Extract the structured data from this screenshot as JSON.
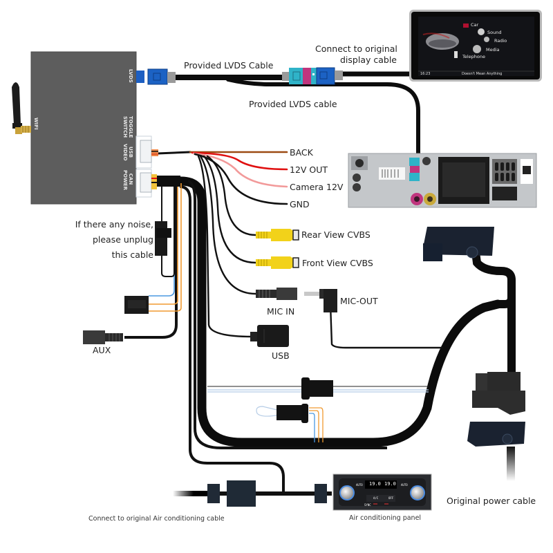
{
  "diagram": {
    "title": "Wiring diagram: interface box connections",
    "box": {
      "ports": {
        "wifi": "WIFI",
        "lvds": "LVDS",
        "toggle": "TOGGLE SWITCH",
        "usb_video": "USB VIDEO",
        "can_power": "CAN POWER"
      }
    },
    "labels": {
      "provided_lvds_cable_top": "Provided LVDS Cable",
      "provided_lvds_cable_bottom": "Provided LVDS cable",
      "connect_original_display_line1": "Connect to original",
      "connect_original_display_line2": "display cable",
      "back": "BACK",
      "v12_out": "12V OUT",
      "camera_12v": "Camera 12V",
      "gnd": "GND",
      "rear_view_cvbs": "Rear View CVBS",
      "front_view_cvbs": "Front View CVBS",
      "mic_in": "MIC IN",
      "mic_out": "MIC-OUT",
      "usb": "USB",
      "aux": "AUX",
      "noise_line1": "If there any noise,",
      "noise_line2": "please unplug",
      "noise_line3": "this cable",
      "original_power_cable": "Original power cable",
      "connect_original_ac_cable": "Connect to original Air conditioning cable",
      "ac_panel": "Air conditioning panel"
    },
    "display_screen": {
      "menu": {
        "car": "Car",
        "sound": "Sound",
        "radio": "Radio",
        "media": "Media",
        "telephone": "Telephone"
      },
      "time": "16:23",
      "now_playing": "Doesn't Mean Anything"
    },
    "ac_panel_display": {
      "left_temp": "19.0",
      "right_temp": "19.0",
      "auto_label": "AUTO",
      "ac_label": "A/C",
      "off_label": "OFF",
      "sync_label": "SYNC"
    },
    "wire_colors": {
      "back": "#9c4a12",
      "v12_out": "#e01010",
      "camera_12v": "#f29a9a",
      "gnd": "#111111",
      "cvbs": "#f2d21a",
      "lvds_blue": "#1c62c4",
      "lvds_teal": "#2fb3c8",
      "lvds_magenta": "#c0357e",
      "fakra_yellow": "#c9a93a",
      "can_blue": "#4a98e0",
      "can_orange": "#f09a30",
      "box_gray": "#5d5d5d"
    }
  }
}
